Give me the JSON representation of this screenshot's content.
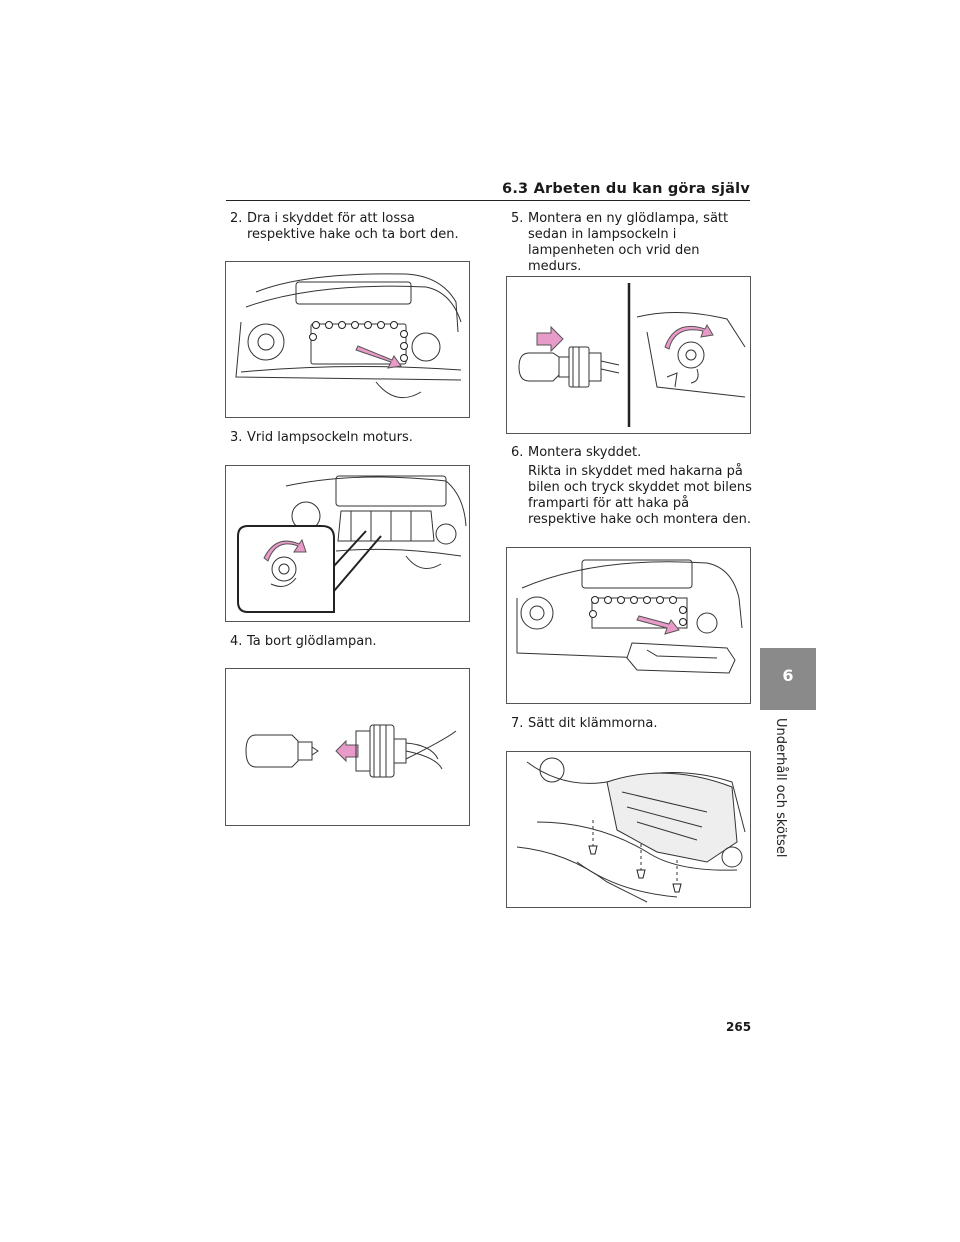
{
  "header": {
    "section_title": "6.3  Arbeten du kan göra själv"
  },
  "side_tab": {
    "chapter_number": "6",
    "chapter_label": "Underhåll och skötsel"
  },
  "steps": [
    {
      "number": "2.",
      "text": "Dra i skyddet för att lossa respektive hake och ta bort den."
    },
    {
      "number": "3.",
      "text": "Vrid lampsockeln moturs."
    },
    {
      "number": "4.",
      "text": "Ta bort glödlampan."
    },
    {
      "number": "5.",
      "text": "Montera en ny glödlampa, sätt sedan in lampsockeln i lampenheten och vrid den medurs."
    },
    {
      "number": "6.",
      "text": "Montera skyddet.",
      "subtext": "Rikta in skyddet med hakarna på bilen och tryck skyddet mot bilens framparti för att haka på respektive hake och montera den."
    },
    {
      "number": "7.",
      "text": "Sätt dit klämmorna."
    }
  ],
  "colors": {
    "arrow_pink": "#e89ac8",
    "line": "#333333",
    "tab_gray": "#8a8a8a"
  },
  "page_number": "265"
}
